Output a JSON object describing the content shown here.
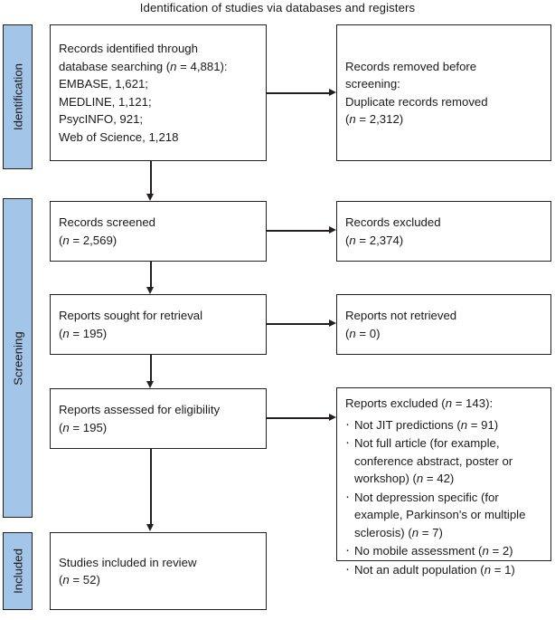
{
  "title": "Identification of studies via databases and registers",
  "colors": {
    "phase_fill": "#a3c6e8",
    "stroke": "#231f20",
    "text": "#1a1a1a",
    "box_fill": "#ffffff"
  },
  "phases": [
    {
      "label": "Identification"
    },
    {
      "label": "Screening"
    },
    {
      "label": "Included"
    }
  ],
  "boxes": {
    "identified": {
      "lines": [
        "Records identified through",
        "database searching (n = 4,881):",
        "EMBASE, 1,621;",
        "MEDLINE, 1,121;",
        "PsycINFO, 921;",
        "Web of Science, 1,218"
      ],
      "l1": "Records identified through",
      "l2a": "database searching (",
      "l2n": "n",
      "l2b": " = 4,881):",
      "l3": "EMBASE, 1,621;",
      "l4": "MEDLINE, 1,121;",
      "l5": "PsycINFO, 921;",
      "l6": "Web of Science, 1,218"
    },
    "removed": {
      "l1": "Records removed before",
      "l2": "screening:",
      "l3": "Duplicate records removed",
      "l4a": "(",
      "l4n": "n",
      "l4b": " = 2,312)"
    },
    "screened": {
      "l1": "Records screened",
      "l2a": "(",
      "l2n": "n",
      "l2b": " = 2,569)"
    },
    "records_excluded": {
      "l1": "Records excluded",
      "l2a": "(",
      "l2n": "n",
      "l2b": " = 2,374)"
    },
    "sought": {
      "l1": "Reports sought for retrieval",
      "l2a": "(",
      "l2n": "n",
      "l2b": " = 195)"
    },
    "not_retrieved": {
      "l1": "Reports not retrieved",
      "l2a": "(",
      "l2n": "n",
      "l2b": " = 0)"
    },
    "assessed": {
      "l1": "Reports assessed for eligibility",
      "l2a": "(",
      "l2n": "n",
      "l2b": " = 195)"
    },
    "reports_excluded": {
      "heading_a": "Reports excluded (",
      "heading_n": "n",
      "heading_b": " = 143):",
      "items": [
        {
          "a": "Not JIT predictions (",
          "n": "n",
          "b": " = 91)"
        },
        {
          "a": "Not full article (for example, conference abstract, poster or workshop) (",
          "n": "n",
          "b": " = 42)"
        },
        {
          "a": "Not depression specific (for example, Parkinson's or multiple sclerosis) (",
          "n": "n",
          "b": " = 7)"
        },
        {
          "a": "No mobile assessment (",
          "n": "n",
          "b": " = 2)"
        },
        {
          "a": "Not an adult population (",
          "n": "n",
          "b": " = 1)"
        }
      ]
    },
    "included": {
      "l1": "Studies included in review",
      "l2a": "(",
      "l2n": "n",
      "l2b": " = 52)"
    }
  }
}
